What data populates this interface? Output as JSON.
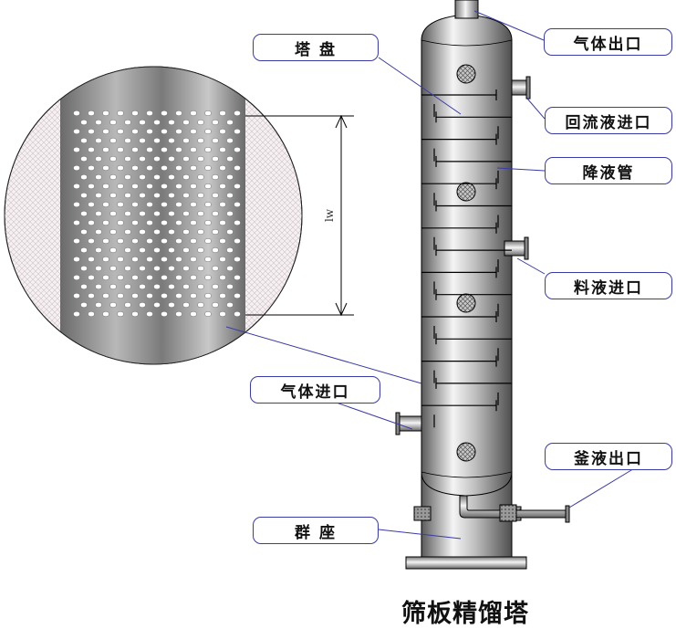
{
  "callouts": {
    "tray": "塔 盘",
    "gas_outlet": "气体出口",
    "reflux_inlet": "回流液进口",
    "downcomer": "降液管",
    "feed_inlet": "料液进口",
    "gas_inlet": "气体进口",
    "bottoms_outlet": "釜液出口",
    "skirt": "群 座"
  },
  "dimension_label": "lw",
  "caption": "筛板精馏塔",
  "colors": {
    "callout_border": "#3a3aa8",
    "leader_line": "#3a3aa8",
    "vessel_light": "#f2f2f2",
    "vessel_dark": "#555555",
    "outline": "#000000"
  }
}
